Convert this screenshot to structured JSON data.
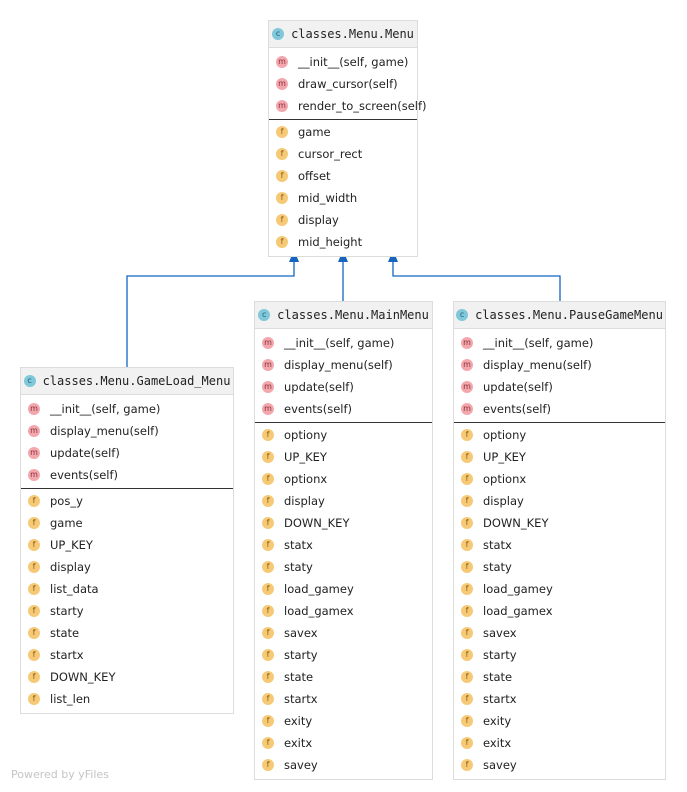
{
  "classes": [
    {
      "name": "classes.Menu.Menu",
      "badge": "c",
      "methods": [
        "__init__(self, game)",
        "draw_cursor(self)",
        "render_to_screen(self)"
      ],
      "fields": [
        "game",
        "cursor_rect",
        "offset",
        "mid_width",
        "display",
        "mid_height"
      ]
    },
    {
      "name": "classes.Menu.GameLoad_Menu",
      "badge": "c",
      "methods": [
        "__init__(self, game)",
        "display_menu(self)",
        "update(self)",
        "events(self)"
      ],
      "fields": [
        "pos_y",
        "game",
        "UP_KEY",
        "display",
        "list_data",
        "starty",
        "state",
        "startx",
        "DOWN_KEY",
        "list_len"
      ]
    },
    {
      "name": "classes.Menu.MainMenu",
      "badge": "c",
      "methods": [
        "__init__(self, game)",
        "display_menu(self)",
        "update(self)",
        "events(self)"
      ],
      "fields": [
        "optiony",
        "UP_KEY",
        "optionx",
        "display",
        "DOWN_KEY",
        "statx",
        "staty",
        "load_gamey",
        "load_gamex",
        "savex",
        "starty",
        "state",
        "startx",
        "exity",
        "exitx",
        "savey"
      ]
    },
    {
      "name": "classes.Menu.PauseGameMenu",
      "badge": "c",
      "methods": [
        "__init__(self, game)",
        "display_menu(self)",
        "update(self)",
        "events(self)"
      ],
      "fields": [
        "optiony",
        "UP_KEY",
        "optionx",
        "display",
        "DOWN_KEY",
        "statx",
        "staty",
        "load_gamey",
        "load_gamex",
        "savex",
        "starty",
        "state",
        "startx",
        "exity",
        "exitx",
        "savey"
      ]
    }
  ],
  "badges": {
    "method": "m",
    "field": "f"
  },
  "edges": [
    {
      "from": "classes.Menu.GameLoad_Menu",
      "to": "classes.Menu.Menu",
      "kind": "inheritance"
    },
    {
      "from": "classes.Menu.MainMenu",
      "to": "classes.Menu.Menu",
      "kind": "inheritance"
    },
    {
      "from": "classes.Menu.PauseGameMenu",
      "to": "classes.Menu.Menu",
      "kind": "inheritance"
    }
  ],
  "colors": {
    "edge": "#1565c0",
    "header_bg": "#f1f1f1",
    "border": "#dcdcdc"
  },
  "watermark": "Powered by yFiles"
}
